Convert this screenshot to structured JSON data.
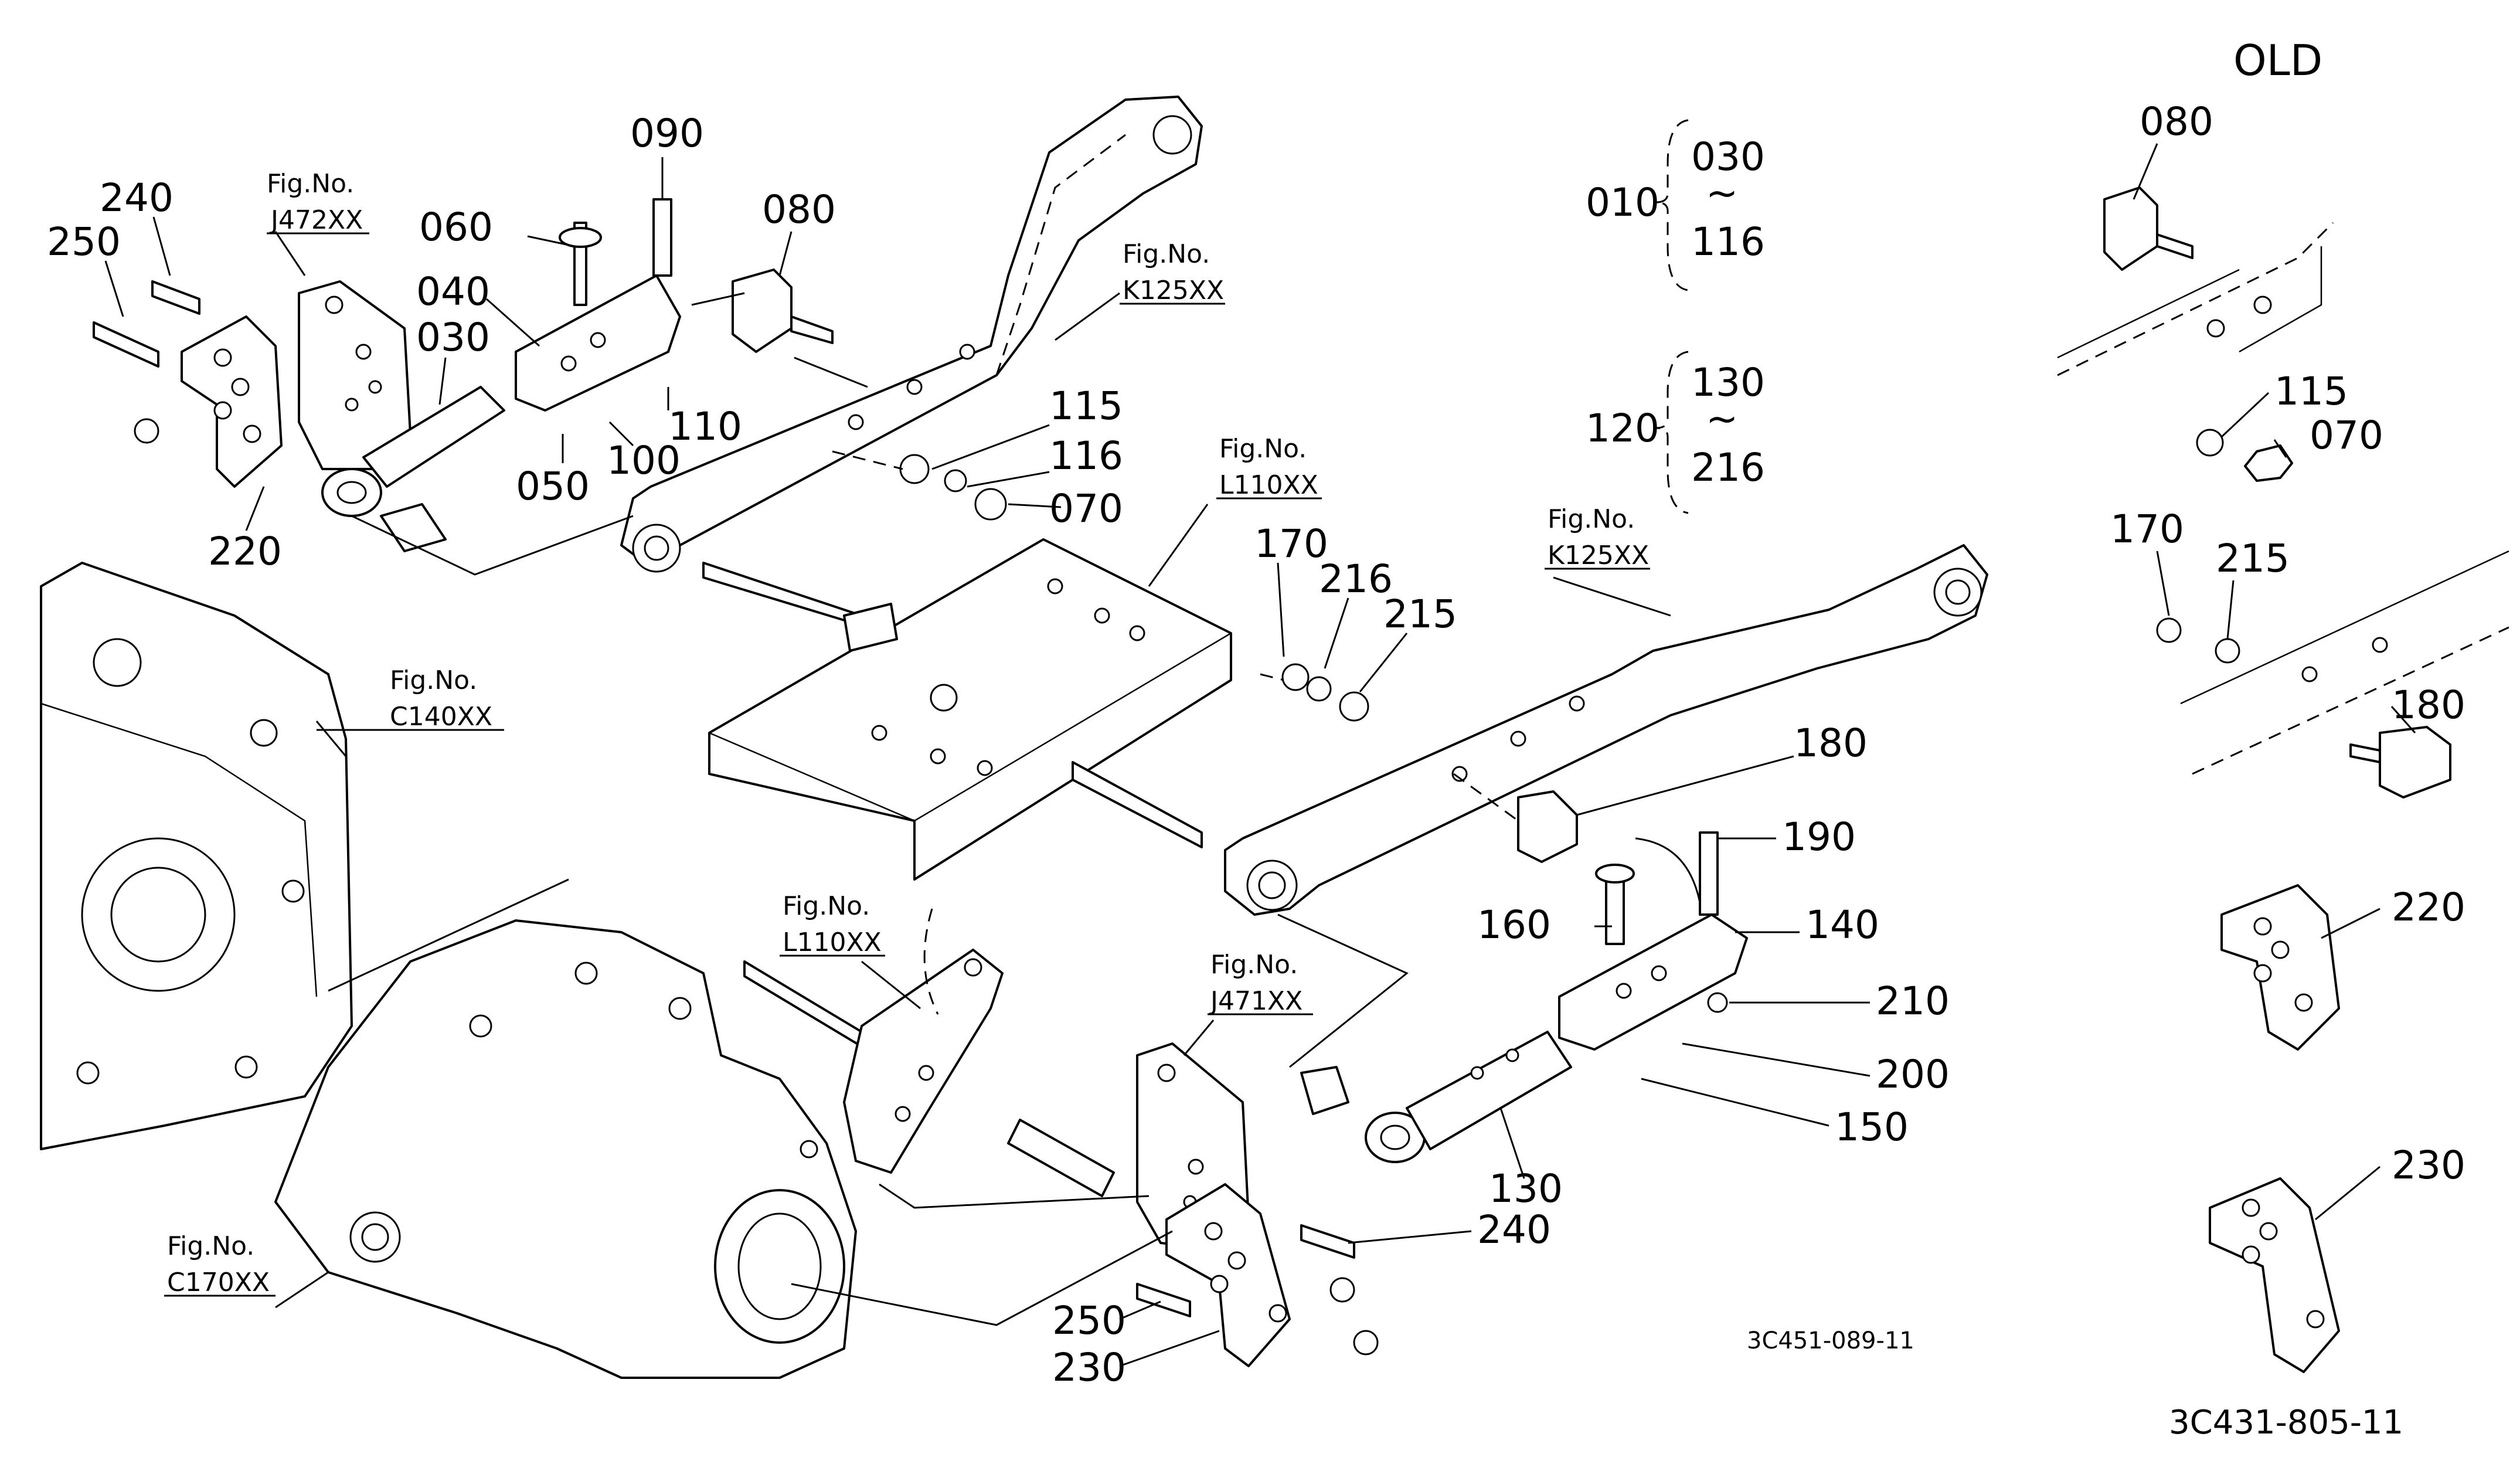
{
  "header": {
    "old_label": "OLD"
  },
  "callouts": [
    {
      "id": "240a",
      "text": "240"
    },
    {
      "id": "250a",
      "text": "250"
    },
    {
      "id": "fig-j472",
      "line1": "Fig.No.",
      "line2": "J472XX"
    },
    {
      "id": "060",
      "text": "060"
    },
    {
      "id": "090",
      "text": "090"
    },
    {
      "id": "080a",
      "text": "080"
    },
    {
      "id": "040",
      "text": "040"
    },
    {
      "id": "030",
      "text": "030"
    },
    {
      "id": "fig-k125a",
      "line1": "Fig.No.",
      "line2": "K125XX"
    },
    {
      "id": "110",
      "text": "110"
    },
    {
      "id": "100",
      "text": "100"
    },
    {
      "id": "050",
      "text": "050"
    },
    {
      "id": "220a",
      "text": "220"
    },
    {
      "id": "115a",
      "text": "115"
    },
    {
      "id": "116",
      "text": "116"
    },
    {
      "id": "070a",
      "text": "070"
    },
    {
      "id": "fig-l110a",
      "line1": "Fig.No.",
      "line2": "L110XX"
    },
    {
      "id": "170a",
      "text": "170"
    },
    {
      "id": "216",
      "text": "216"
    },
    {
      "id": "215a",
      "text": "215"
    },
    {
      "id": "fig-k125b",
      "line1": "Fig.No.",
      "line2": "K125XX"
    },
    {
      "id": "fig-c140",
      "line1": "Fig.No.",
      "line2": "C140XX"
    },
    {
      "id": "180a",
      "text": "180"
    },
    {
      "id": "190",
      "text": "190"
    },
    {
      "id": "160",
      "text": "160"
    },
    {
      "id": "140",
      "text": "140"
    },
    {
      "id": "fig-l110b",
      "line1": "Fig.No.",
      "line2": "L110XX"
    },
    {
      "id": "fig-j471",
      "line1": "Fig.No.",
      "line2": "J471XX"
    },
    {
      "id": "210",
      "text": "210"
    },
    {
      "id": "200",
      "text": "200"
    },
    {
      "id": "150",
      "text": "150"
    },
    {
      "id": "130",
      "text": "130"
    },
    {
      "id": "240b",
      "text": "240"
    },
    {
      "id": "250b",
      "text": "250"
    },
    {
      "id": "230a",
      "text": "230"
    },
    {
      "id": "fig-c170",
      "line1": "Fig.No.",
      "line2": "C170XX"
    },
    {
      "id": "080b",
      "text": "080"
    },
    {
      "id": "115b",
      "text": "115"
    },
    {
      "id": "070b",
      "text": "070"
    },
    {
      "id": "170b",
      "text": "170"
    },
    {
      "id": "215b",
      "text": "215"
    },
    {
      "id": "180b",
      "text": "180"
    },
    {
      "id": "220b",
      "text": "220"
    },
    {
      "id": "230b",
      "text": "230"
    }
  ],
  "groups": [
    {
      "id": "g010",
      "parent": "010",
      "from": "030",
      "tilde": "~",
      "to": "116"
    },
    {
      "id": "g120",
      "parent": "120",
      "from": "130",
      "tilde": "~",
      "to": "216"
    }
  ],
  "codes": {
    "main_code": "3C451-089-11",
    "old_code": "3C431-805-11"
  }
}
